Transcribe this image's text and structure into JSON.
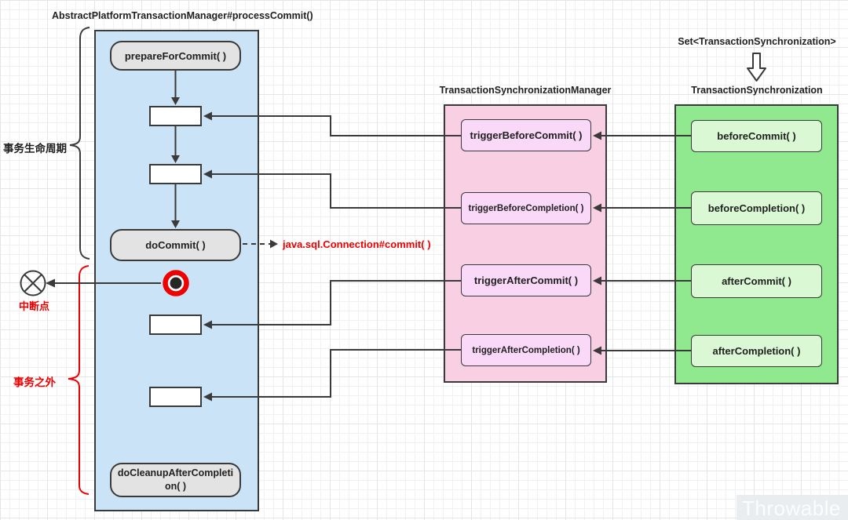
{
  "diagram": {
    "title": "AbstractPlatformTransactionManager#processCommit()",
    "watermark": "Throwable"
  },
  "annotations": {
    "lifecycle_label": "事务生命周期",
    "breakpoint_label": "中断点",
    "outside_label": "事务之外",
    "jdbc_commit": "java.sql.Connection#commit( )"
  },
  "transaction_manager": {
    "steps": {
      "prepare": "prepareForCommit( )",
      "do_commit": "doCommit( )",
      "cleanup": "doCleanupAfterCompletion( )"
    }
  },
  "sync_manager": {
    "title": "TransactionSynchronizationManager",
    "methods": [
      "triggerBeforeCommit( )",
      "triggerBeforeCompletion( )",
      "triggerAfterCommit( )",
      "triggerAfterCompletion( )"
    ]
  },
  "synchronization": {
    "set_label": "Set<TransactionSynchronization>",
    "title": "TransactionSynchronization",
    "methods": [
      "beforeCommit( )",
      "beforeCompletion( )",
      "afterCommit( )",
      "afterCompletion( )"
    ]
  },
  "colors": {
    "accent_red": "#ef0000",
    "line_dark": "#3a3a3a",
    "blue_fill": "#cbe3f6",
    "pink_fill": "#f9cfe4",
    "pink_box_fill": "#fad8f8",
    "green_fill": "#90e88f",
    "green_box_fill": "#d9f8d3",
    "gray_box_fill": "#e3e3e3",
    "watermark_bg": "#e9edf0",
    "watermark_text": "#fbfcfd"
  }
}
